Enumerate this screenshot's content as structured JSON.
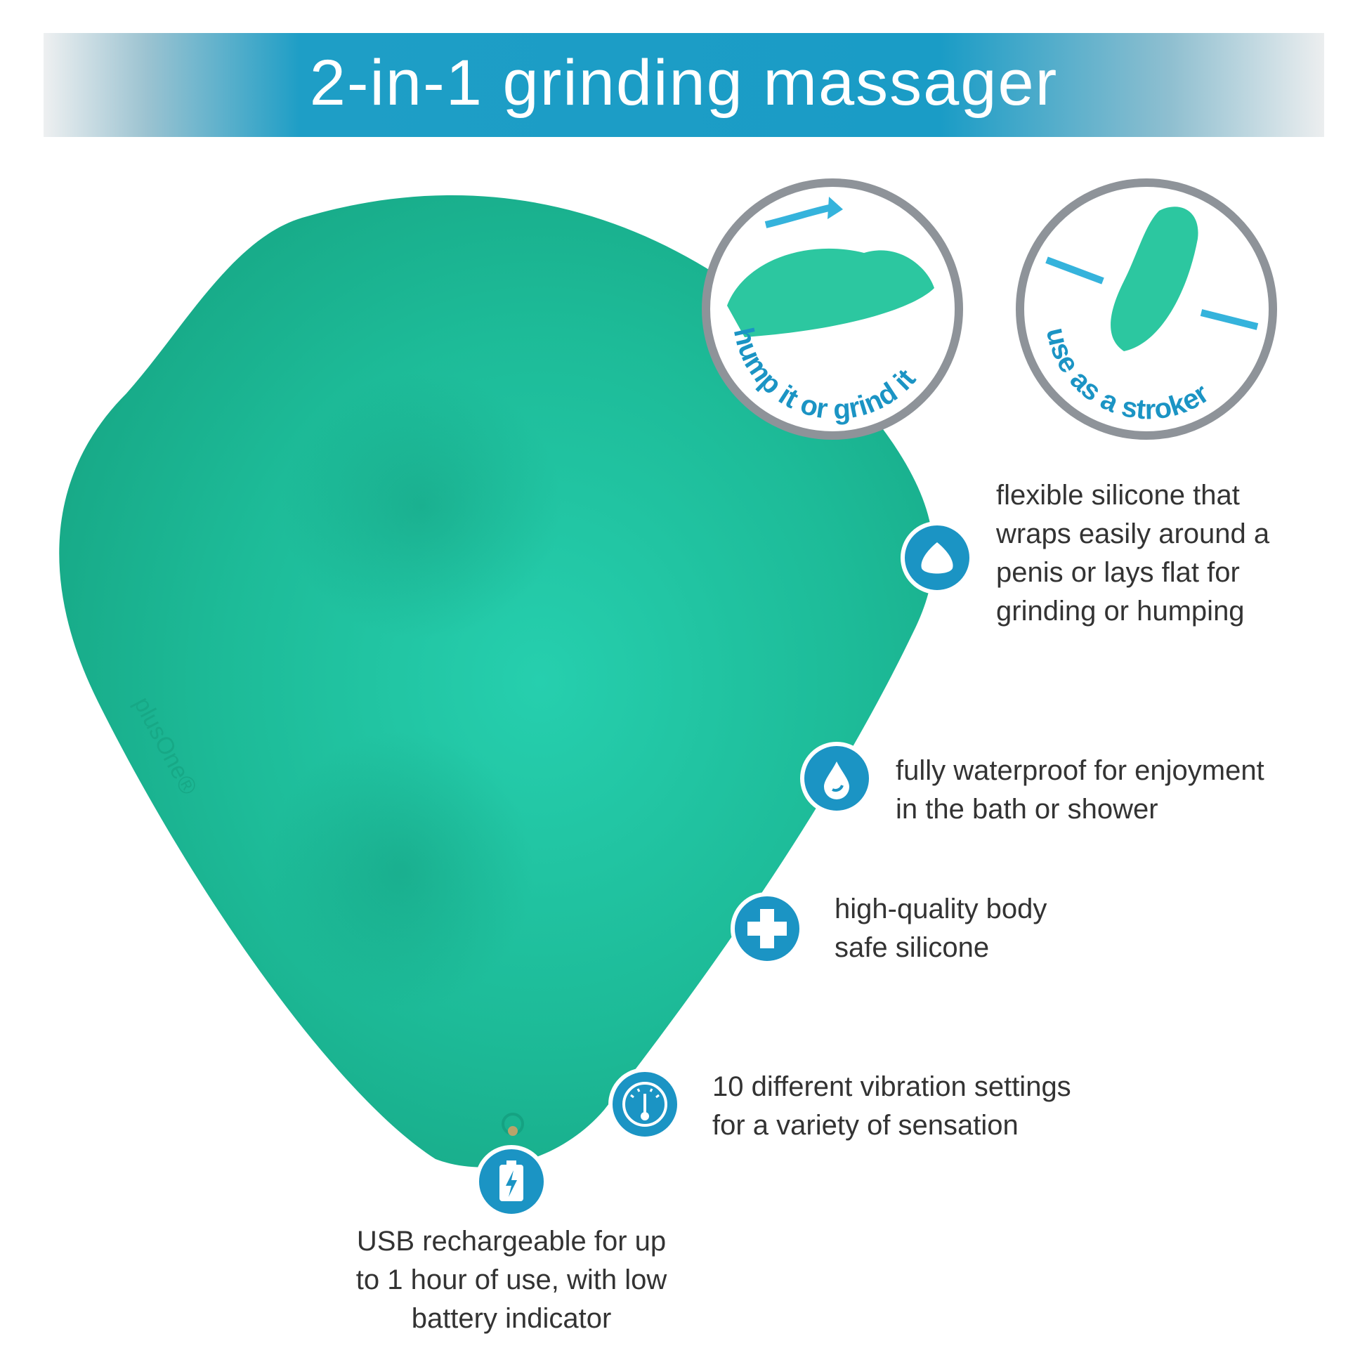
{
  "title": "2-in-1 grinding massager",
  "modes": [
    {
      "label": "hump it or grind it"
    },
    {
      "label": "use as a stroker"
    }
  ],
  "brand": "plusOne®",
  "features": [
    {
      "icon": "silicone-drop-icon",
      "lines": [
        "flexible silicone that",
        "wraps easily around a",
        "penis or lays flat for",
        "grinding or humping"
      ]
    },
    {
      "icon": "water-drop-icon",
      "lines": [
        "fully waterproof for enjoyment",
        "in the bath or shower"
      ]
    },
    {
      "icon": "plus-icon",
      "lines": [
        "high-quality body",
        "safe silicone"
      ]
    },
    {
      "icon": "gauge-icon",
      "lines": [
        "10 different vibration settings",
        "for a variety of sensation"
      ]
    },
    {
      "icon": "battery-icon",
      "lines": [
        "USB rechargeable for up",
        "to 1 hour of use, with low",
        "battery indicator"
      ]
    }
  ],
  "colors": {
    "accent": "#1b94c4",
    "product": "#1fbf9c",
    "ring": "#8e9399"
  }
}
